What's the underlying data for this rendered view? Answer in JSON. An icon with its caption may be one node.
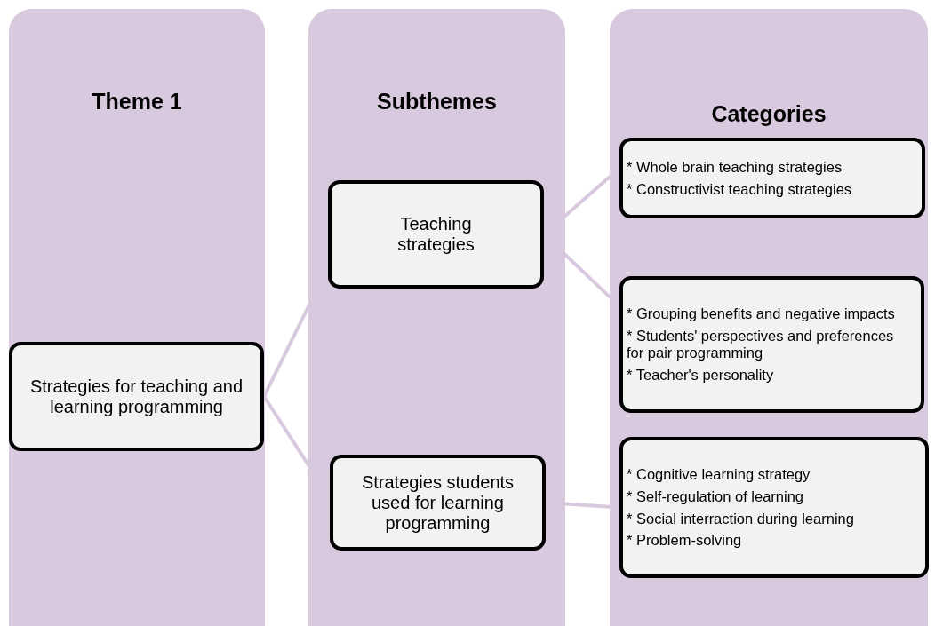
{
  "diagram": {
    "nodes": [
      {
        "text": [
          "Theme 1"
        ]
      },
      {
        "text": [
          "Strategies for teaching and learning programming"
        ],
        "in": 0
      },
      {
        "text": [
          "Subthemes"
        ]
      },
      {
        "text": [
          "Teaching strategies"
        ],
        "in": 2
      },
      {
        "text": [
          "Strategies students used for learning programming"
        ],
        "in": 2
      },
      {
        "text": [
          "Categories"
        ]
      },
      {
        "text": [
          "* Whole brain teaching strategies",
          "* Constructivist teaching strategies"
        ],
        "in": 5
      },
      {
        "text": [
          "* Grouping benefits and negative impacts",
          "* Students' perspectives and preferences for pair programming",
          "* Teacher's personality"
        ],
        "in": 5
      },
      {
        "text": [
          "* Cognitive learning strategy",
          "* Self-regulation of learning",
          "* Social interraction during learning",
          "* Problem-solving"
        ],
        "in": 5
      }
    ],
    "edges": [
      {
        "from": 1,
        "to": 3,
        "arrow": "none"
      },
      {
        "from": 1,
        "to": 4,
        "arrow": "none"
      },
      {
        "from": 3,
        "to": 6,
        "arrow": "none"
      },
      {
        "from": 3,
        "to": 7,
        "arrow": "none"
      },
      {
        "from": 4,
        "to": 8,
        "arrow": "none"
      }
    ]
  }
}
